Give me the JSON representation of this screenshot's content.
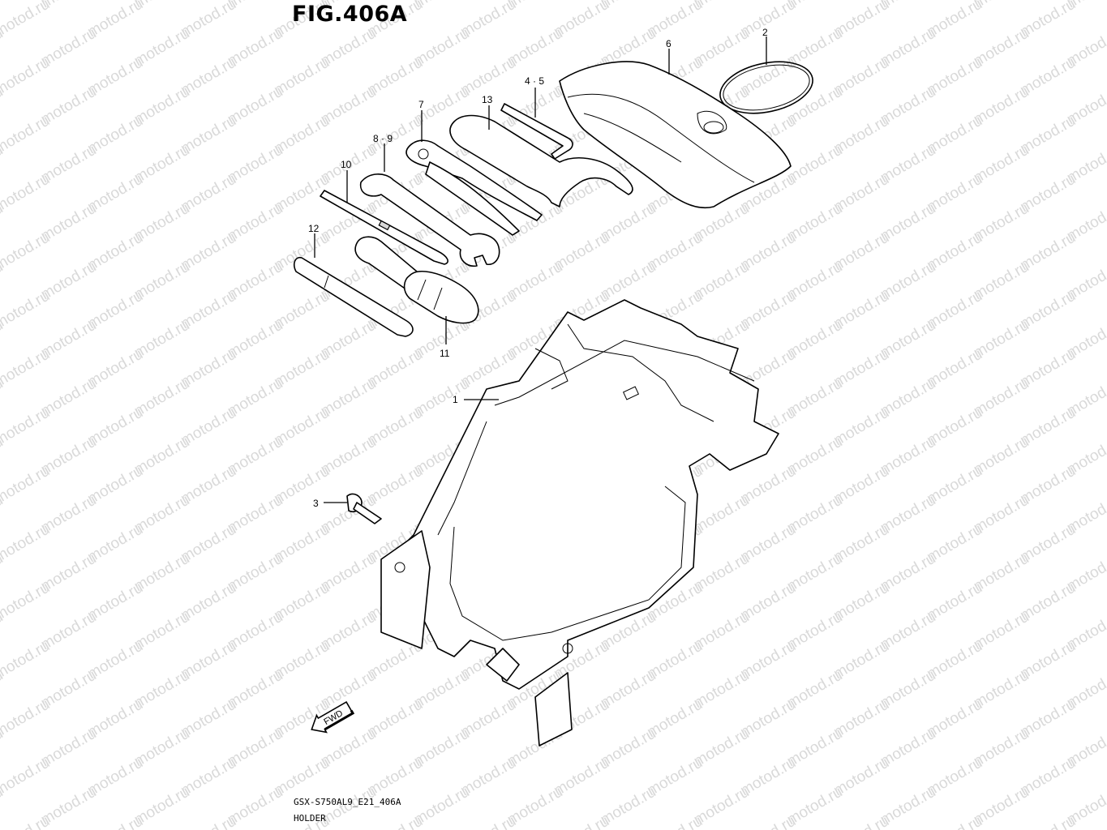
{
  "figure": {
    "title": "FIG.406A",
    "code": "GSX-S750AL9_E21_406A",
    "name": "HOLDER"
  },
  "watermark": "motod.ru",
  "fwd_label": "FWD",
  "callouts": [
    {
      "id": "c1",
      "label": "1"
    },
    {
      "id": "c2",
      "label": "2"
    },
    {
      "id": "c3",
      "label": "3"
    },
    {
      "id": "c45",
      "label": "4 · 5"
    },
    {
      "id": "c6",
      "label": "6"
    },
    {
      "id": "c7",
      "label": "7"
    },
    {
      "id": "c89",
      "label": "8 · 9"
    },
    {
      "id": "c10",
      "label": "10"
    },
    {
      "id": "c11",
      "label": "11"
    },
    {
      "id": "c12",
      "label": "12"
    },
    {
      "id": "c13",
      "label": "13"
    }
  ]
}
